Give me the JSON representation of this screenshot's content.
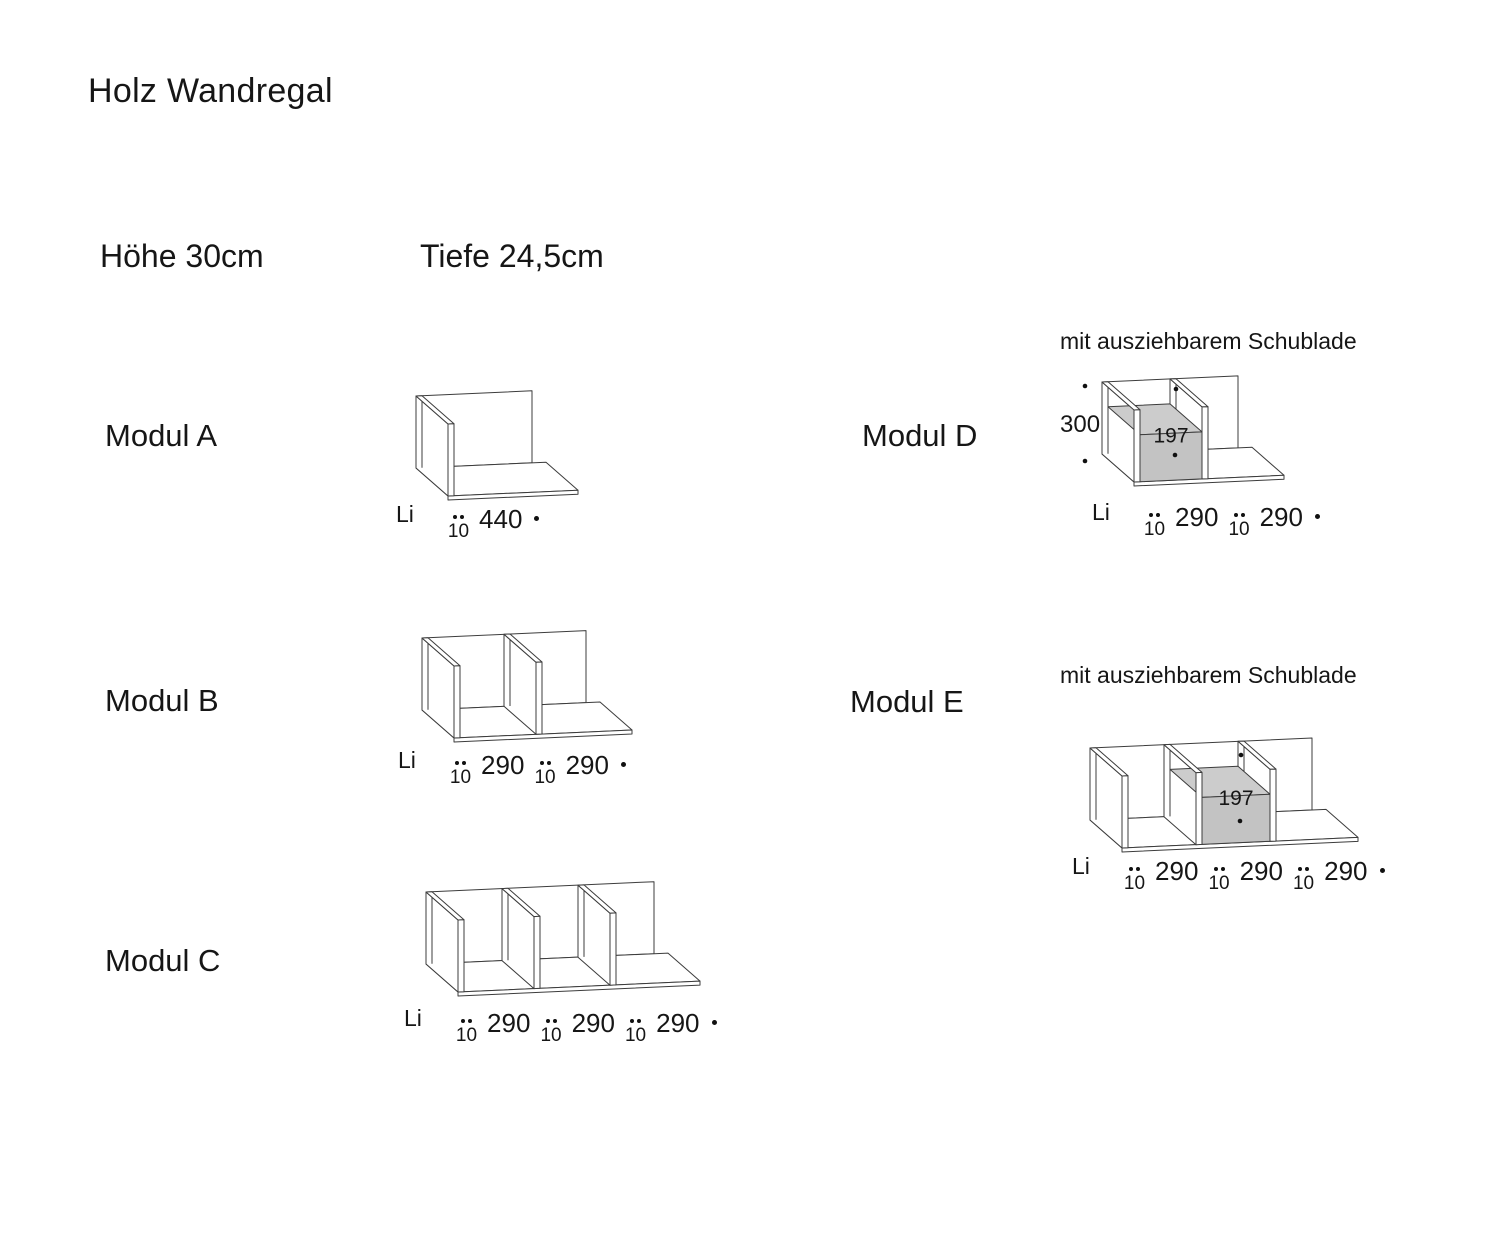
{
  "header": {
    "title": "Holz Wandregal",
    "height_spec": "Höhe 30cm",
    "depth_spec": "Tiefe 24,5cm"
  },
  "dim_row": {
    "li": "Li"
  },
  "modules": [
    {
      "id": "modul-a",
      "label": "Modul A",
      "note": "",
      "compartments": 1,
      "drawer": null,
      "height_label": "",
      "dims": [
        {
          "t": "tick",
          "v": "10"
        },
        {
          "t": "num",
          "v": "440"
        }
      ]
    },
    {
      "id": "modul-b",
      "label": "Modul B",
      "note": "",
      "compartments": 2,
      "drawer": null,
      "height_label": "",
      "dims": [
        {
          "t": "tick",
          "v": "10"
        },
        {
          "t": "num",
          "v": "290"
        },
        {
          "t": "tick",
          "v": "10"
        },
        {
          "t": "num",
          "v": "290"
        }
      ]
    },
    {
      "id": "modul-c",
      "label": "Modul C",
      "note": "",
      "compartments": 3,
      "drawer": null,
      "height_label": "",
      "dims": [
        {
          "t": "tick",
          "v": "10"
        },
        {
          "t": "num",
          "v": "290"
        },
        {
          "t": "tick",
          "v": "10"
        },
        {
          "t": "num",
          "v": "290"
        },
        {
          "t": "tick",
          "v": "10"
        },
        {
          "t": "num",
          "v": "290"
        }
      ]
    },
    {
      "id": "modul-d",
      "label": "Modul D",
      "note": "mit ausziehbarem Schublade",
      "compartments": 2,
      "drawer": {
        "comp_index": 0,
        "label": "197"
      },
      "height_label": "300",
      "dims": [
        {
          "t": "tick",
          "v": "10"
        },
        {
          "t": "num",
          "v": "290"
        },
        {
          "t": "tick",
          "v": "10"
        },
        {
          "t": "num",
          "v": "290"
        }
      ]
    },
    {
      "id": "modul-e",
      "label": "Modul E",
      "note": "mit ausziehbarem Schublade",
      "compartments": 3,
      "drawer": {
        "comp_index": 1,
        "label": "197"
      },
      "height_label": "",
      "dims": [
        {
          "t": "tick",
          "v": "10"
        },
        {
          "t": "num",
          "v": "290"
        },
        {
          "t": "tick",
          "v": "10"
        },
        {
          "t": "num",
          "v": "290"
        },
        {
          "t": "tick",
          "v": "10"
        },
        {
          "t": "num",
          "v": "290"
        }
      ]
    }
  ]
}
